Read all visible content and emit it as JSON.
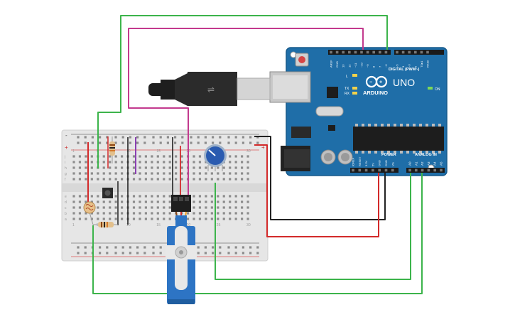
{
  "arduino": {
    "brand": "ARDUINO",
    "model": "UNO",
    "digital_header": "DIGITAL (PWM~)",
    "power_header": "POWER",
    "analog_header": "ANALOG IN",
    "on_led": "ON",
    "led_l": "L",
    "led_tx": "TX",
    "led_rx": "RX",
    "digital_pins": [
      "AREF",
      "GND",
      "13",
      "12",
      "~11",
      "~10",
      "~9",
      "8",
      "7",
      "~6",
      "~5",
      "4",
      "~3",
      "2",
      "TX▸1",
      "RX◂0"
    ],
    "power_pins": [
      "IOREF",
      "RESET",
      "3.3V",
      "5V",
      "GND",
      "GND",
      "Vin"
    ],
    "analog_pins": [
      "A0",
      "A1",
      "A2",
      "A3",
      "A4",
      "A5"
    ]
  },
  "breadboard": {
    "row_letters_top": [
      "j",
      "i",
      "h",
      "g",
      "f"
    ],
    "row_letters_bottom": [
      "e",
      "d",
      "c",
      "b",
      "a"
    ],
    "column_numbers": [
      "1",
      "5",
      "10",
      "15",
      "20",
      "25",
      "30"
    ],
    "rail_plus": "+",
    "rail_minus": "-"
  },
  "colors": {
    "board": "#1f6ea8",
    "wire_green": "#3cb44b",
    "wire_magenta": "#c33a8e",
    "wire_red": "#d32a2a",
    "wire_black": "#222222",
    "servo": "#2d74c4",
    "pot": "#2a5bb0"
  }
}
